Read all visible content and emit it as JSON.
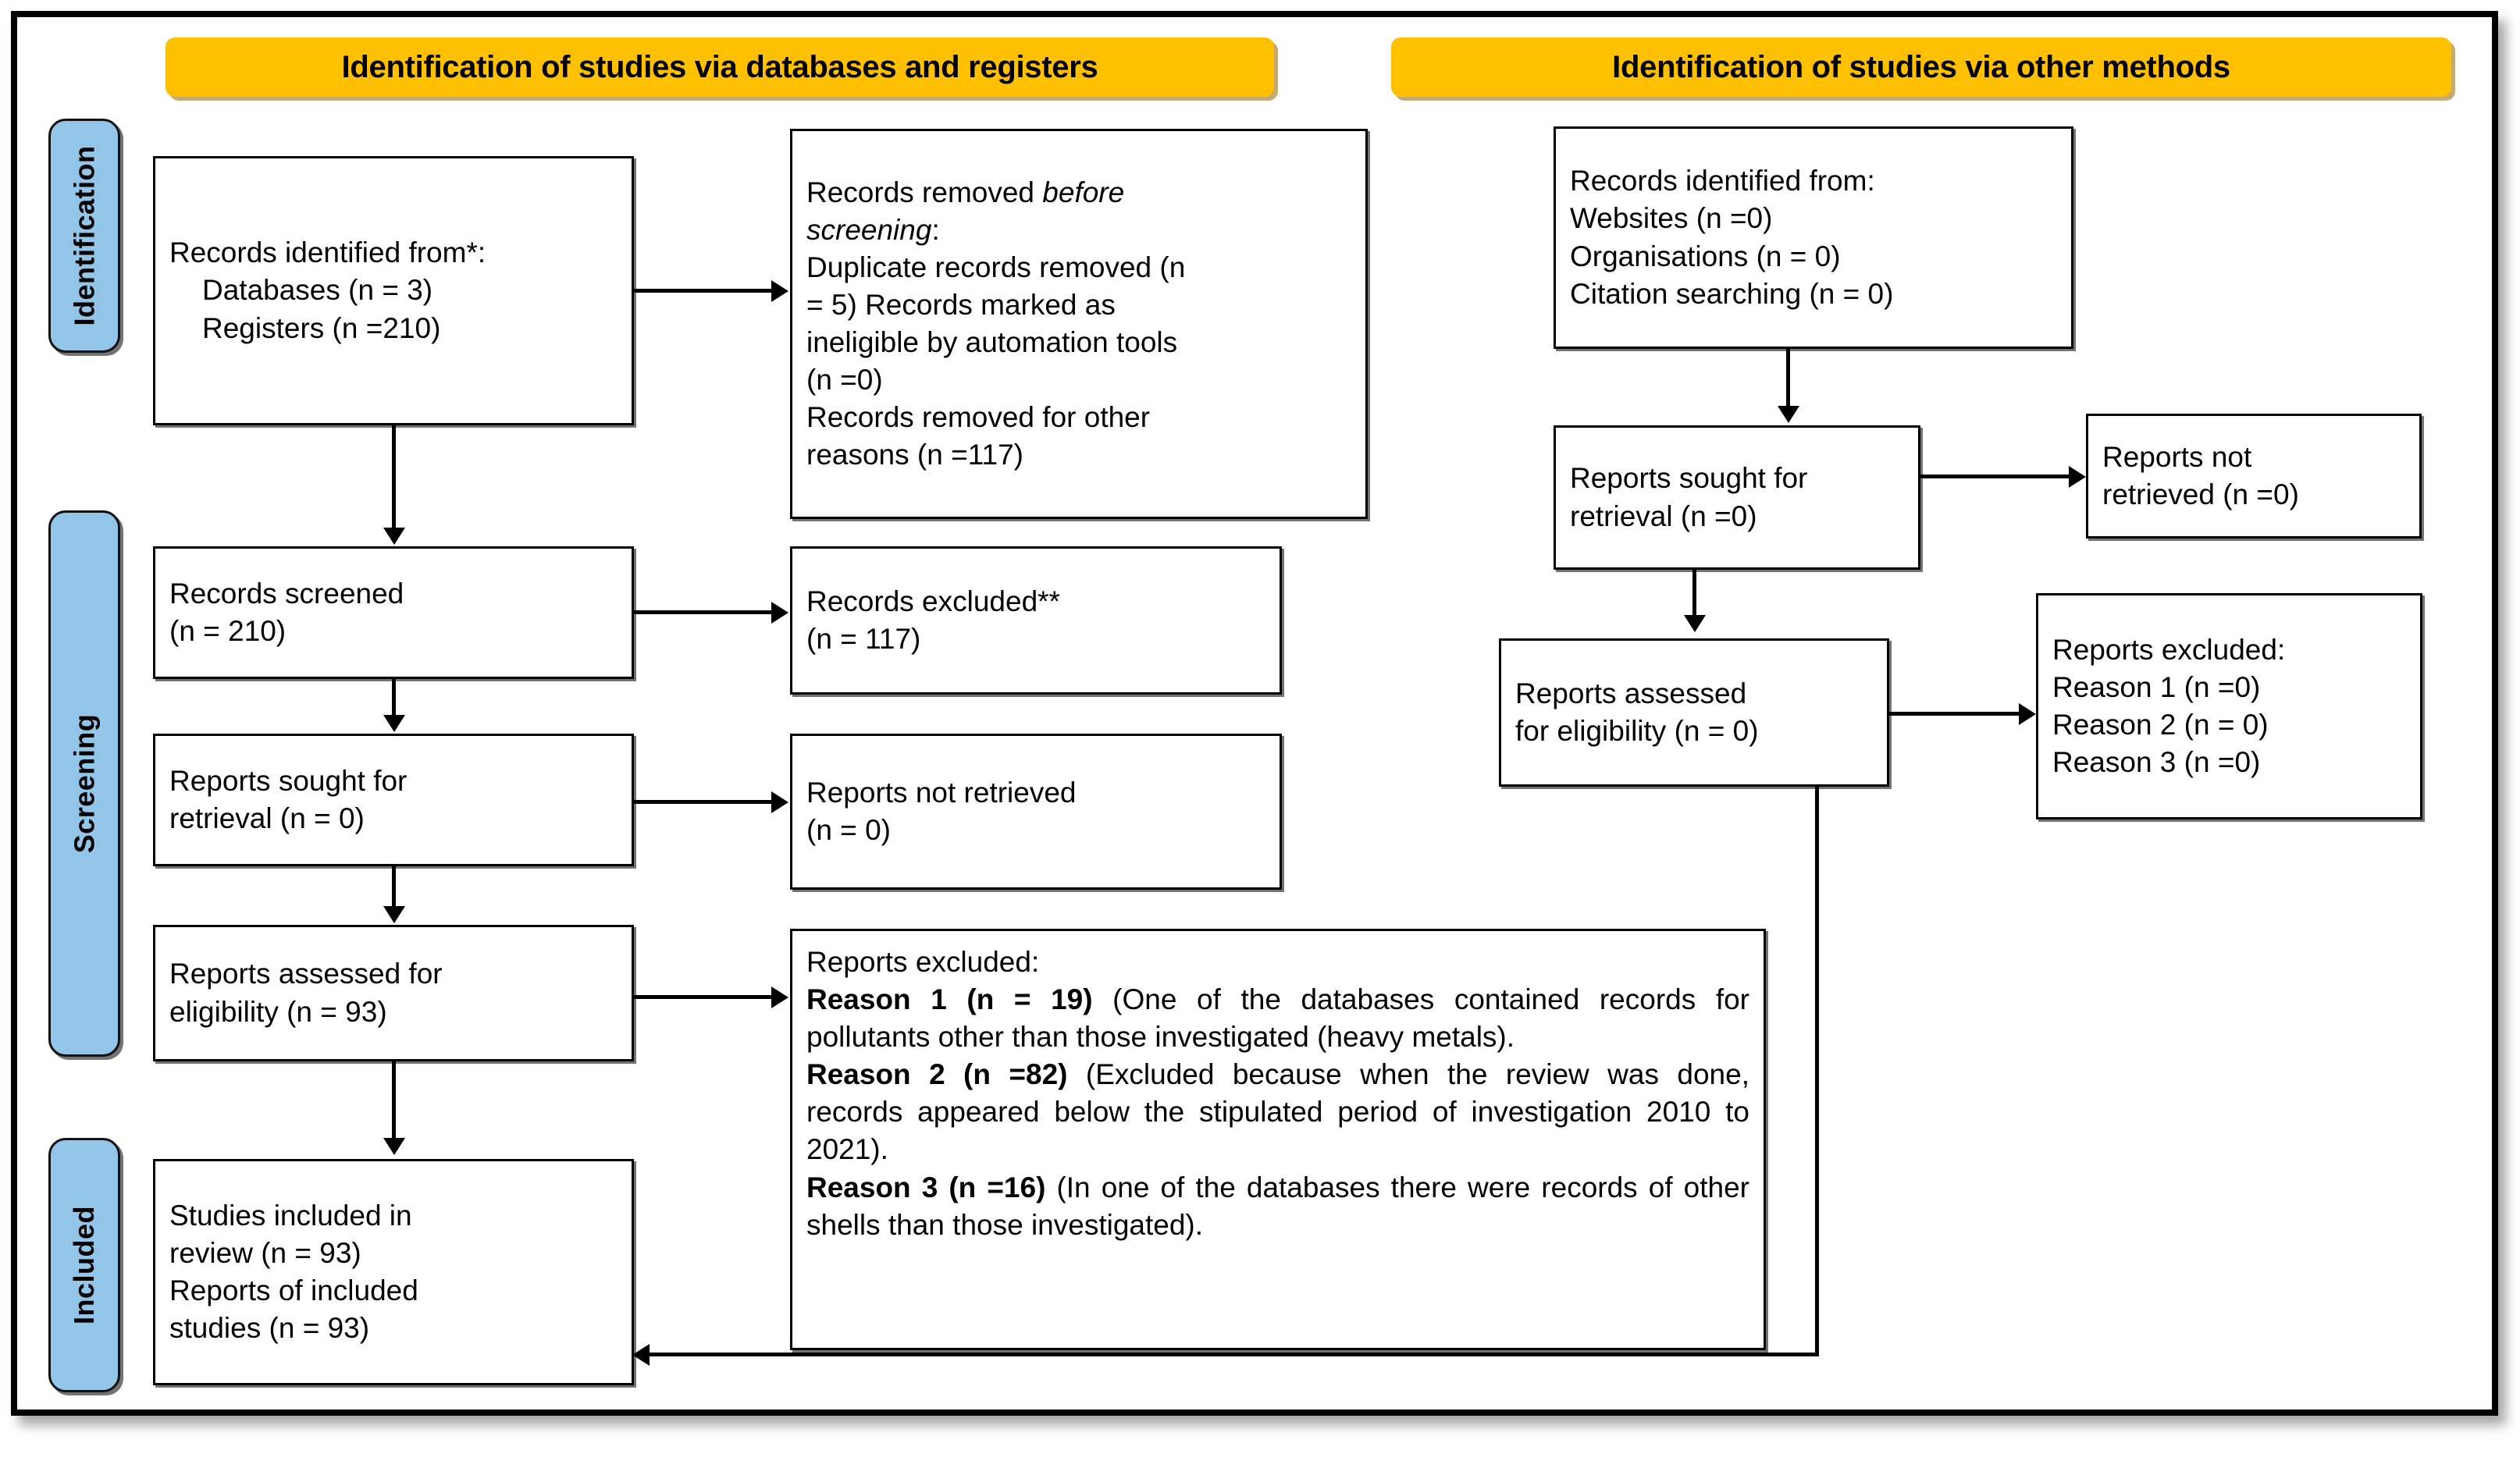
{
  "figure": {
    "type": "prisma-flow-diagram",
    "accent_orange": "#FFC000",
    "accent_blue": "#92C5E8",
    "frame_color": "#000000"
  },
  "banners": {
    "databases": "Identification of studies via databases and registers",
    "other_methods": "Identification of studies via other methods"
  },
  "rails": {
    "identification": "Identification",
    "screening": "Screening",
    "included": "Included"
  },
  "left_column": {
    "records_identified": {
      "line1": "Records identified from*:",
      "line2": "Databases (n = 3)",
      "line3": "Registers (n =210)"
    },
    "records_removed": {
      "line1_a": "Records removed ",
      "line1_b": "before",
      "line2": "screening",
      "line2_tail": ":",
      "line3": "Duplicate records removed (n",
      "line4": "= 5) Records marked as",
      "line5": "ineligible by automation tools",
      "line6": "(n =0)",
      "line7": "Records removed for other",
      "line8": "reasons (n =117)"
    },
    "records_screened": {
      "line1": "Records screened",
      "line2": "(n = 210)"
    },
    "records_excluded": {
      "line1": "Records excluded**",
      "line2": "(n = 117)"
    },
    "reports_sought": {
      "line1": "Reports sought for",
      "line2": "retrieval (n = 0)"
    },
    "reports_not_retrieved": {
      "line1": "Reports not retrieved",
      "line2": "(n = 0)"
    },
    "reports_assessed": {
      "line1": "Reports assessed for",
      "line2": "eligibility (n = 93)"
    },
    "reports_excluded": {
      "title": "Reports excluded:",
      "reason1_label": "Reason 1 (n = 19)",
      "reason1_text": " (One of the databases contained records for pollutants other than those investigated (heavy metals).",
      "reason2_label": "Reason 2 (n =82)",
      "reason2_text": " (Excluded because when the review was done, records appeared below the stipulated period of investigation 2010 to 2021).",
      "reason3_label": "Reason 3 (n =16)",
      "reason3_text": " (In one of the databases there were records of other shells than those investigated)."
    },
    "studies_included": {
      "line1": "Studies included in",
      "line2": "review (n = 93)",
      "line3": "Reports of included",
      "line4": "studies (n = 93)"
    }
  },
  "right_column": {
    "records_identified": {
      "line1": "Records identified from:",
      "line2": "Websites (n =0)",
      "line3": "Organisations (n = 0)",
      "line4": "Citation searching (n = 0)"
    },
    "reports_sought": {
      "line1": "Reports sought for",
      "line2": "retrieval (n =0)"
    },
    "reports_not_retrieved": {
      "line1": "Reports not",
      "line2": "retrieved (n =0)"
    },
    "reports_assessed": {
      "line1": "Reports assessed",
      "line2": "for eligibility (n = 0)"
    },
    "reports_excluded": {
      "line1": "Reports excluded:",
      "line2": "Reason 1 (n =0)",
      "line3": "Reason 2 (n = 0)",
      "line4": "Reason 3 (n =0)"
    }
  }
}
